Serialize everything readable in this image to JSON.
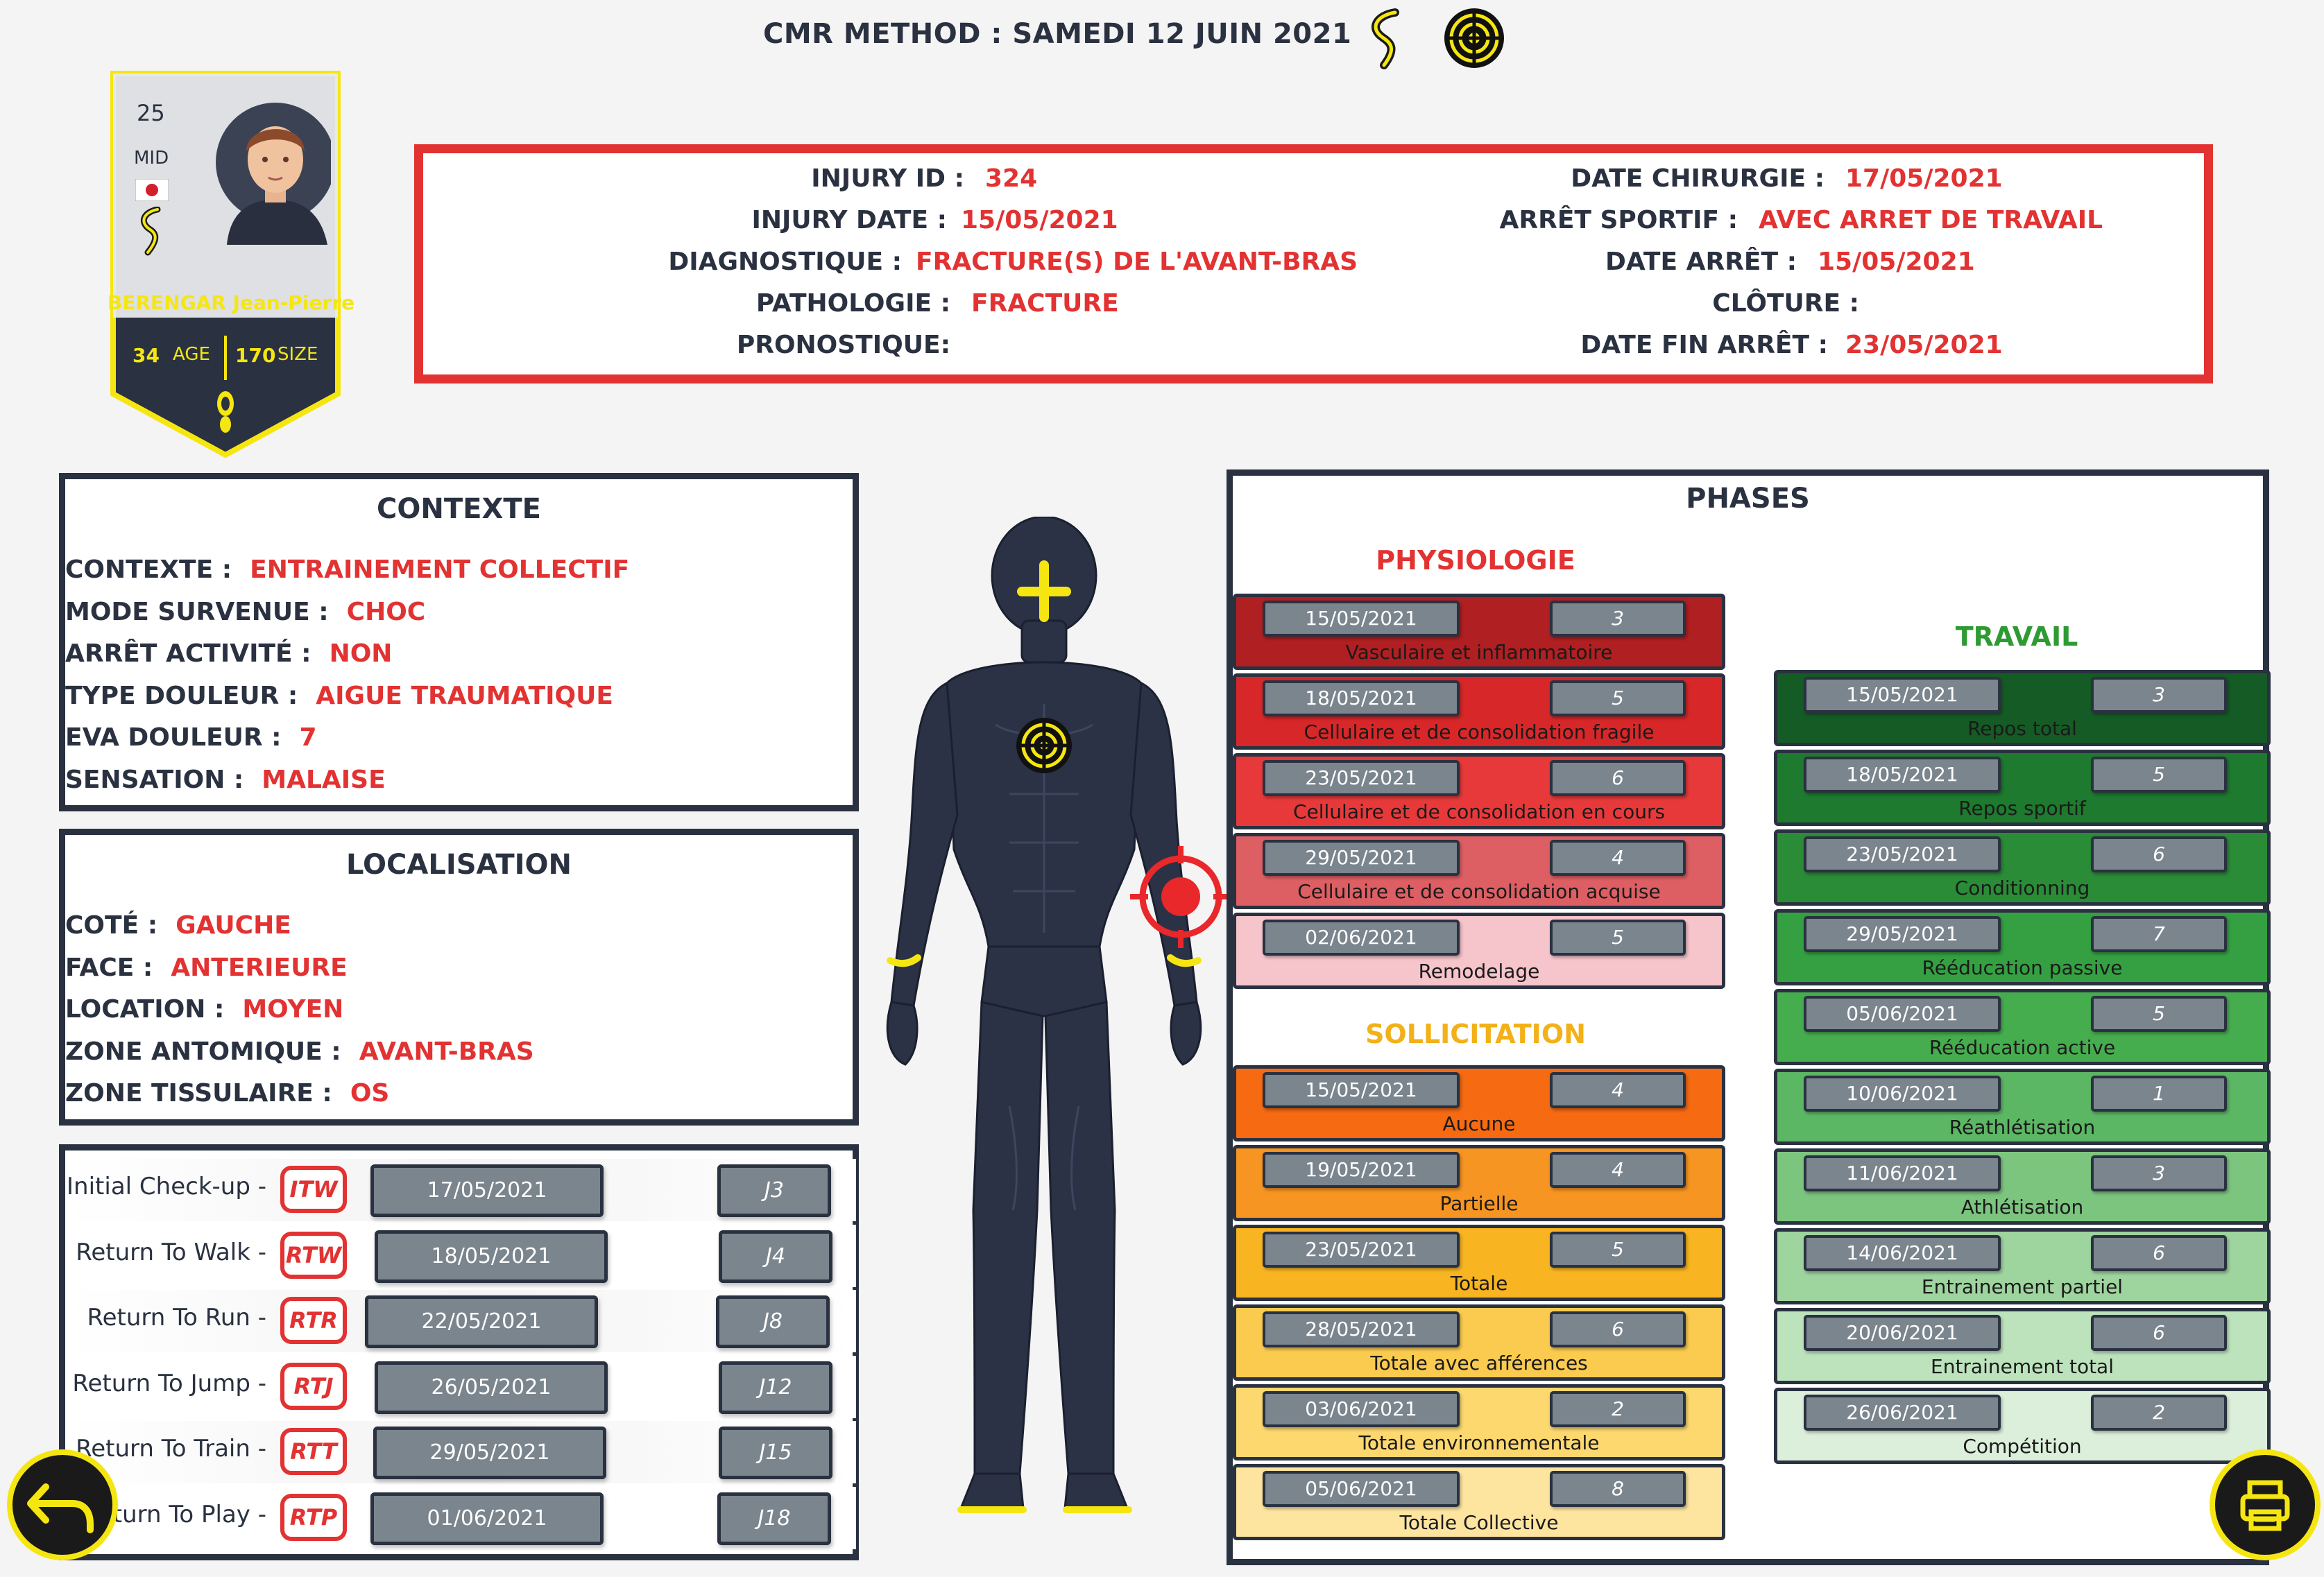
{
  "header": {
    "title": "CMR METHOD : SAMEDI 12 JUIN 2021",
    "colors": {
      "dark": "#2a3140",
      "accent_red": "#e23232",
      "accent_yellow": "#f5e612"
    }
  },
  "player_card": {
    "number": "25",
    "position": "MID",
    "name": "BERENGAR Jean-Pierre",
    "age": "34",
    "age_label": "AGE",
    "size": "170",
    "size_label": "SIZE",
    "flag_icon": "japan-flag-icon"
  },
  "injury": {
    "id_label": "INJURY ID :",
    "id": "324",
    "date_label": "INJURY DATE :",
    "date": "15/05/2021",
    "diag_label": "DIAGNOSTIQUE :",
    "diag": "FRACTURE(S) DE L'AVANT-BRAS",
    "patho_label": "PATHOLOGIE :",
    "patho": "FRACTURE",
    "prono_label": "PRONOSTIQUE:",
    "prono": "",
    "chir_label": "DATE CHIRURGIE :",
    "chir": "17/05/2021",
    "arret_sportif_label": "ARRÊT SPORTIF :",
    "arret_sportif": "AVEC ARRET DE TRAVAIL",
    "date_arret_label": "DATE ARRÊT :",
    "date_arret": "15/05/2021",
    "cloture_label": "CLÔTURE :",
    "cloture": "",
    "fin_arret_label": "DATE FIN ARRÊT :",
    "fin_arret": "23/05/2021"
  },
  "contexte": {
    "title": "CONTEXTE",
    "rows": [
      {
        "k": "CONTEXTE :",
        "v": "ENTRAINEMENT COLLECTIF"
      },
      {
        "k": "MODE SURVENUE :",
        "v": "CHOC"
      },
      {
        "k": "ARRÊT ACTIVITÉ :",
        "v": "NON"
      },
      {
        "k": "TYPE DOULEUR :",
        "v": "AIGUE TRAUMATIQUE"
      },
      {
        "k": "EVA DOULEUR :",
        "v": "7"
      },
      {
        "k": "SENSATION :",
        "v": "MALAISE"
      }
    ]
  },
  "localisation": {
    "title": "LOCALISATION",
    "rows": [
      {
        "k": "COTÉ :",
        "v": "GAUCHE"
      },
      {
        "k": "FACE :",
        "v": "ANTERIEURE"
      },
      {
        "k": "LOCATION :",
        "v": "MOYEN"
      },
      {
        "k": "ZONE ANTOMIQUE :",
        "v": "AVANT-BRAS"
      },
      {
        "k": "ZONE TISSULAIRE :",
        "v": "OS"
      }
    ]
  },
  "returns": [
    {
      "label": "Initial Check-up -",
      "code": "ITW",
      "date": "17/05/2021",
      "day": "J3"
    },
    {
      "label": "Return To Walk -",
      "code": "RTW",
      "date": "18/05/2021",
      "day": "J4"
    },
    {
      "label": "Return To Run -",
      "code": "RTR",
      "date": "22/05/2021",
      "day": "J8"
    },
    {
      "label": "Return To Jump -",
      "code": "RTJ",
      "date": "26/05/2021",
      "day": "J12"
    },
    {
      "label": "Return To Train -",
      "code": "RTT",
      "date": "29/05/2021",
      "day": "J15"
    },
    {
      "label": "Return To Play -",
      "code": "RTP",
      "date": "01/06/2021",
      "day": "J18"
    }
  ],
  "phases": {
    "title": "PHASES",
    "physiologie": {
      "title": "PHYSIOLOGIE",
      "color": "#e23232",
      "items": [
        {
          "date": "15/05/2021",
          "days": "3",
          "label": "Vasculaire et inflammatoire",
          "color": "#b01f22"
        },
        {
          "date": "18/05/2021",
          "days": "5",
          "label": "Cellulaire et de consolidation fragile",
          "color": "#d72729"
        },
        {
          "date": "23/05/2021",
          "days": "6",
          "label": "Cellulaire et de consolidation en cours",
          "color": "#e8393a"
        },
        {
          "date": "29/05/2021",
          "days": "4",
          "label": "Cellulaire et de consolidation acquise",
          "color": "#dd5f63"
        },
        {
          "date": "02/06/2021",
          "days": "5",
          "label": "Remodelage",
          "color": "#f6c4cb"
        }
      ]
    },
    "sollicitation": {
      "title": "SOLLICITATION",
      "color": "#f2b118",
      "items": [
        {
          "date": "15/05/2021",
          "days": "4",
          "label": "Aucune",
          "color": "#f66a12"
        },
        {
          "date": "19/05/2021",
          "days": "4",
          "label": "Partielle",
          "color": "#f79522"
        },
        {
          "date": "23/05/2021",
          "days": "5",
          "label": "Totale",
          "color": "#f8b521"
        },
        {
          "date": "28/05/2021",
          "days": "6",
          "label": "Totale avec afférences",
          "color": "#fbcb4f"
        },
        {
          "date": "03/06/2021",
          "days": "2",
          "label": "Totale environnementale",
          "color": "#fcd86e"
        },
        {
          "date": "05/06/2021",
          "days": "8",
          "label": "Totale Collective",
          "color": "#fde5a0"
        }
      ]
    },
    "travail": {
      "title": "TRAVAIL",
      "color": "#2e9a33",
      "items": [
        {
          "date": "15/05/2021",
          "days": "3",
          "label": "Repos total",
          "color": "#155b25"
        },
        {
          "date": "18/05/2021",
          "days": "5",
          "label": "Repos sportif",
          "color": "#1e7a2e"
        },
        {
          "date": "23/05/2021",
          "days": "6",
          "label": "Conditionning",
          "color": "#2a8c37"
        },
        {
          "date": "29/05/2021",
          "days": "7",
          "label": "Rééducation passive",
          "color": "#34a042"
        },
        {
          "date": "05/06/2021",
          "days": "5",
          "label": "Rééducation active",
          "color": "#46ad4f"
        },
        {
          "date": "10/06/2021",
          "days": "1",
          "label": "Réathlétisation",
          "color": "#5cb765"
        },
        {
          "date": "11/06/2021",
          "days": "3",
          "label": "Athlétisation",
          "color": "#7cc57f"
        },
        {
          "date": "14/06/2021",
          "days": "6",
          "label": "Entrainement partiel",
          "color": "#9ed49e"
        },
        {
          "date": "20/06/2021",
          "days": "6",
          "label": "Entrainement total",
          "color": "#bde3bd"
        },
        {
          "date": "26/06/2021",
          "days": "2",
          "label": "Compétition",
          "color": "#dcefdb"
        }
      ]
    }
  },
  "actions": {
    "back_icon": "back-arrow-icon",
    "print_icon": "printer-icon"
  }
}
